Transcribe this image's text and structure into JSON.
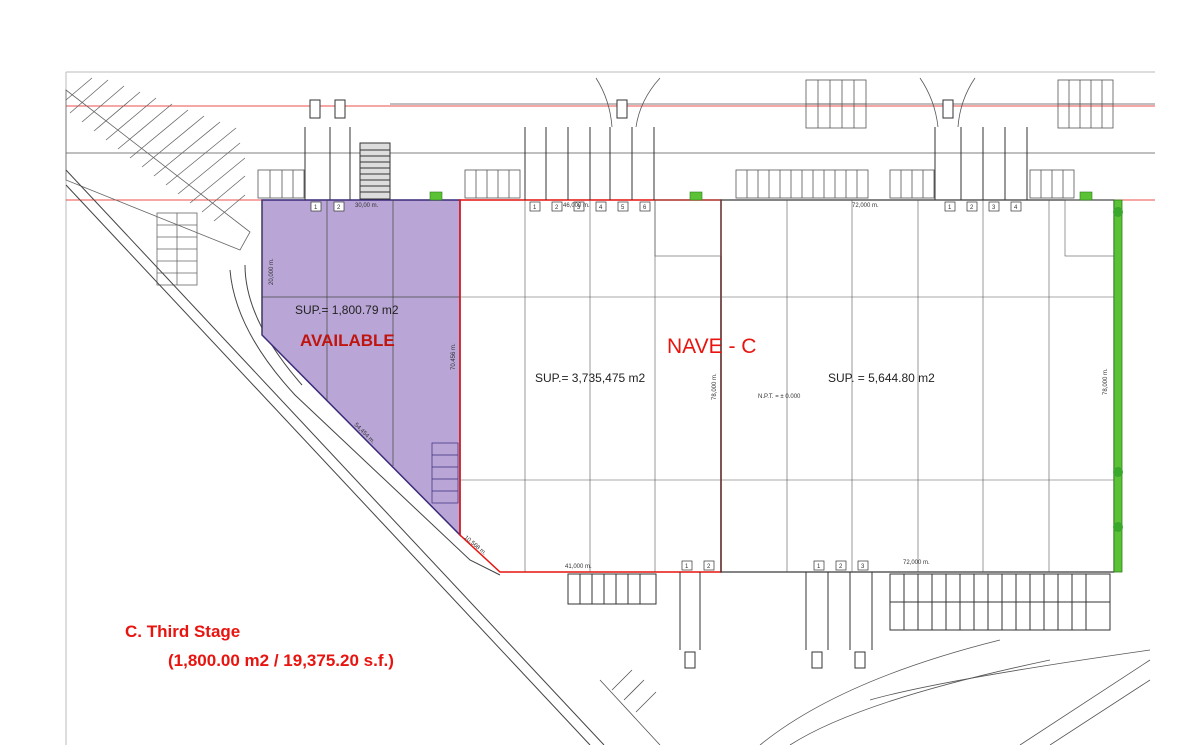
{
  "colors": {
    "line": "#444444",
    "light_line": "#9a9a9a",
    "red_line": "#e8140f",
    "red_text": "#e8140f",
    "available_title": "#c0140f",
    "purple_fill": "#b9a6d6",
    "purple_edge": "#3a2a7a",
    "green_strip": "#5bc236"
  },
  "icons": [
    "truck-icon",
    "tree-icon",
    "dock-number-box"
  ],
  "available": {
    "label": "AVAILABLE",
    "area": "SUP.= 1,800.79 m2",
    "dim_top": "30,00 m.",
    "dim_left": "20,000 m.",
    "dim_right": "70.456 m.",
    "dim_diag": "54,454 m."
  },
  "middle": {
    "area": "SUP.= 3,735,475 m2",
    "dim_top": "46,000 m.",
    "dim_bottom": "41,000 m.",
    "dim_diag": "10,568 m.",
    "dim_right": "78,000 m."
  },
  "nave": {
    "title": "NAVE - C",
    "area": "SUP.  = 5,644.80 m2",
    "npt": "N.P.T. = ± 0.000",
    "dim_top": "72,000 m.",
    "dim_bottom": "72,000 m.",
    "dim_right": "78,000 m."
  },
  "docks": {
    "top_left": [
      "1",
      "2"
    ],
    "top_mid": [
      "1",
      "2",
      "3",
      "4",
      "5",
      "6"
    ],
    "top_right": [
      "1",
      "2",
      "3",
      "4"
    ],
    "bottom_mid": [
      "1",
      "2"
    ],
    "bottom_right": [
      "1",
      "2",
      "3"
    ]
  },
  "caption": {
    "title": "C. Third Stage",
    "subtitle": "(1,800.00 m2 /  19,375.20 s.f.)"
  }
}
